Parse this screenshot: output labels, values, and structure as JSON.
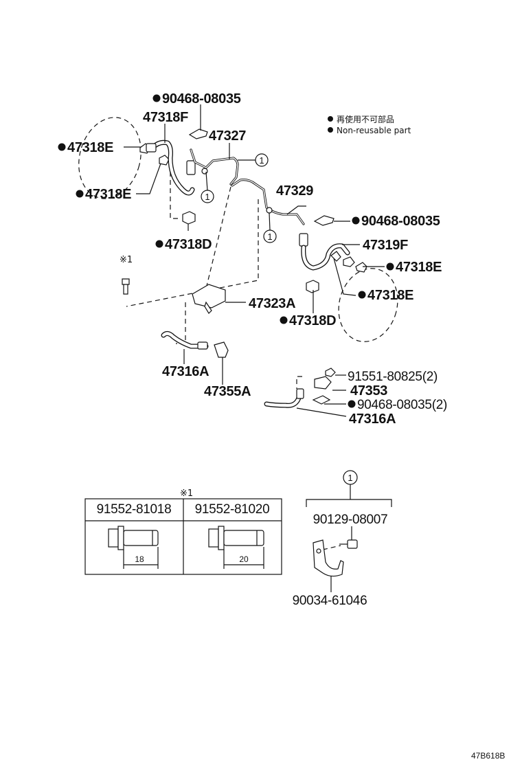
{
  "legend": {
    "jp": "再使用不可部品",
    "en": "Non-reusable part"
  },
  "labels": {
    "p90468_top": "90468-08035",
    "p47318F": "47318F",
    "p47327": "47327",
    "p47318E_a": "47318E",
    "p47318E_b": "47318E",
    "p47318D": "47318D",
    "p47329": "47329",
    "p90468_right": "90468-08035",
    "p47319F": "47319F",
    "p47318E_c": "47318E",
    "p47318E_d": "47318E",
    "p47318D_b": "47318D",
    "p47323A": "47323A",
    "p47316A_a": "47316A",
    "p47355A": "47355A",
    "p91551": "91551-80825(2)",
    "p47353": "47353",
    "p90468_two": "90468-08035(2)",
    "p47316A_b": "47316A",
    "note_mark": "※1",
    "ref_one": "1"
  },
  "bolt_table": {
    "note": "※1",
    "columns": [
      "91552-81018",
      "91552-81020"
    ],
    "lengths": [
      "18",
      "20"
    ]
  },
  "clamp_detail": {
    "ref": "1",
    "bolt": "90129-08007",
    "clamp": "90034-61046"
  },
  "footer": {
    "code": "47B618B"
  },
  "colors": {
    "ink": "#111111",
    "background": "#ffffff"
  }
}
